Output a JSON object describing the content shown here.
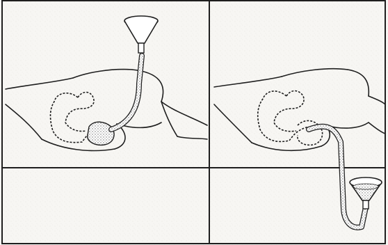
{
  "figure": {
    "panels": [
      {
        "id": "left",
        "step": "funnel-raised"
      },
      {
        "id": "right",
        "step": "funnel-lowered"
      }
    ]
  },
  "colors": {
    "ink": "#1e1e1e",
    "paper": "#f7f6f3",
    "stipple": "#8a8a8a"
  },
  "icons": {
    "funnel": "funnel-icon",
    "tube": "tube-icon",
    "colon": "colon-outline"
  }
}
